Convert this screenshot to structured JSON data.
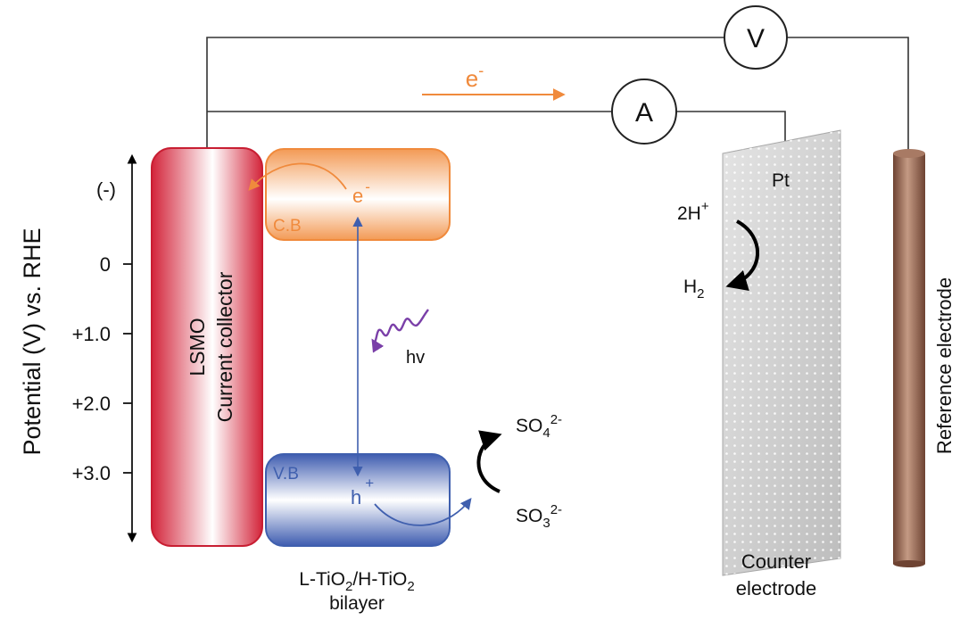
{
  "axis": {
    "label": "Potential (V) vs. RHE",
    "ticks": [
      "(-)",
      "0",
      "+1.0",
      "+2.0",
      "+3.0"
    ]
  },
  "lsmo": {
    "line1": "LSMO",
    "line2": "Current collector"
  },
  "cb": {
    "label": "C.B",
    "carrier": "e",
    "carrier_sup": "-"
  },
  "vb": {
    "label": "V.B",
    "carrier": "h",
    "carrier_sup": "+"
  },
  "photon": {
    "label": "hv"
  },
  "bilayer": {
    "line1_a": "L-TiO",
    "line1_sub1": "2",
    "line1_b": "/H-TiO",
    "line1_sub2": "2",
    "line2": "bilayer"
  },
  "sulfite": {
    "so4": "SO",
    "so4_sub": "4",
    "so4_sup": "2-",
    "so3": "SO",
    "so3_sub": "3",
    "so3_sup": "2-"
  },
  "circuit": {
    "voltmeter": "V",
    "ammeter": "A",
    "electron": "e",
    "electron_sup": "-"
  },
  "counter": {
    "pt": "Pt",
    "h_plus": "2H",
    "h_plus_sup": "+",
    "h2": "H",
    "h2_sub": "2",
    "line1": "Counter",
    "line2": "electrode"
  },
  "reference": {
    "label": "Reference electrode"
  },
  "colors": {
    "orange": "#f08a3c",
    "blue": "#3f5fae",
    "red": "#d6283c",
    "purple": "#7a3fa8",
    "rod": "#8a5a44"
  }
}
